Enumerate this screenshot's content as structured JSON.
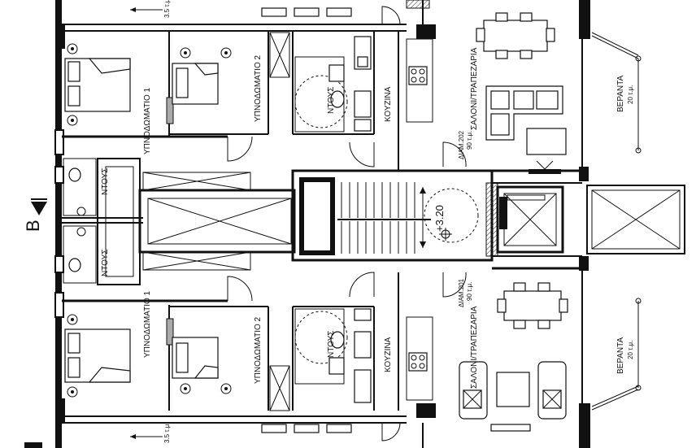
{
  "labels": {
    "bedroom1": "ΥΠΝΟΔΩΜΑΤΙΟ 1",
    "bedroom2": "ΥΠΝΟΔΩΜΑΤΙΟ 2",
    "shower": "ΝΤΟΥΣ",
    "kitchen": "ΚΟΥΖΙΝΑ",
    "living": "ΣΑΛΟΝΙ/ΤΡΑΠΕΖΑΡΙΑ",
    "veranda": "ΒΕΡΑΝΤΑ",
    "veranda_area": "20 τ.μ.",
    "balcony_area": "3.5 τ.μ.",
    "apt_top": "ΔΙΑΜ.202",
    "apt_top_area": "90 τ.μ.",
    "apt_bottom": "ΔΙΑΜ.201",
    "apt_bottom_area": "90 τ.μ.",
    "level": "+3.20",
    "section": "B"
  }
}
